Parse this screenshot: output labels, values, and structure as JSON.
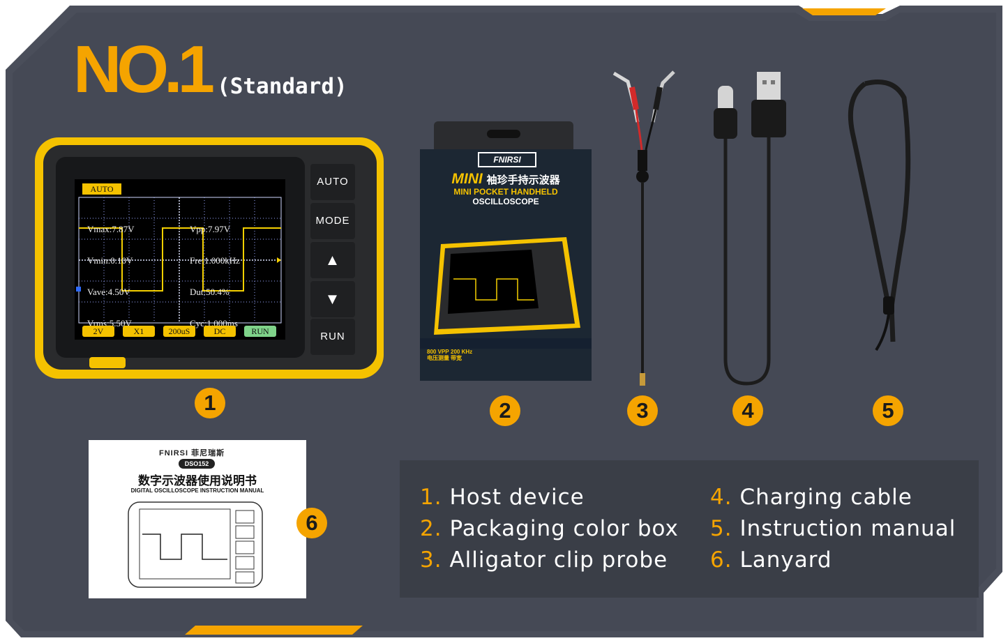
{
  "headline": {
    "number": "NO.1",
    "variant": "(Standard)"
  },
  "colors": {
    "accent": "#f5a400",
    "panel": "#4a4e5a",
    "panel_dark": "#3a3e47",
    "device_yellow": "#f5c200"
  },
  "badges": [
    "1",
    "2",
    "3",
    "4",
    "5",
    "6"
  ],
  "device": {
    "buttons": [
      "AUTO",
      "MODE",
      "▲",
      "▼",
      "RUN"
    ],
    "screen": {
      "mode_tag": "AUTO",
      "readout_left": [
        "Vmax:7.87V",
        "Vmin:0.10V",
        "Vave:4.50V",
        "Vrms:5.50V"
      ],
      "readout_right": [
        "Vpp:7.97V",
        "Fre:1.000kHz",
        "Dut:50.4%",
        "Cyc:1.000ms"
      ],
      "chips": [
        "2V",
        "X1",
        "200uS",
        "DC",
        "RUN"
      ]
    }
  },
  "box": {
    "brand": "FNIRSI",
    "title_en": "MINI",
    "title_cn": "袖珍手持示波器",
    "subtitle1": "MINI POCKET HANDHELD",
    "subtitle2": "OSCILLOSCOPE",
    "spec1": "800 VPP",
    "spec1_cn": "电压测量",
    "spec2": "200 KHz",
    "spec2_cn": "带宽"
  },
  "manual": {
    "brand": "FNIRSI 菲尼瑞斯",
    "model": "DSO152",
    "title_cn": "数字示波器使用说明书",
    "title_en": "DIGITAL OSCILLOSCOPE INSTRUCTION MANUAL"
  },
  "legend": [
    {
      "num": "1.",
      "label": "Host device"
    },
    {
      "num": "2.",
      "label": "Packaging color box"
    },
    {
      "num": "3.",
      "label": "Alligator clip probe"
    },
    {
      "num": "4.",
      "label": "Charging cable"
    },
    {
      "num": "5.",
      "label": "Instruction manual"
    },
    {
      "num": "6.",
      "label": "Lanyard"
    }
  ]
}
